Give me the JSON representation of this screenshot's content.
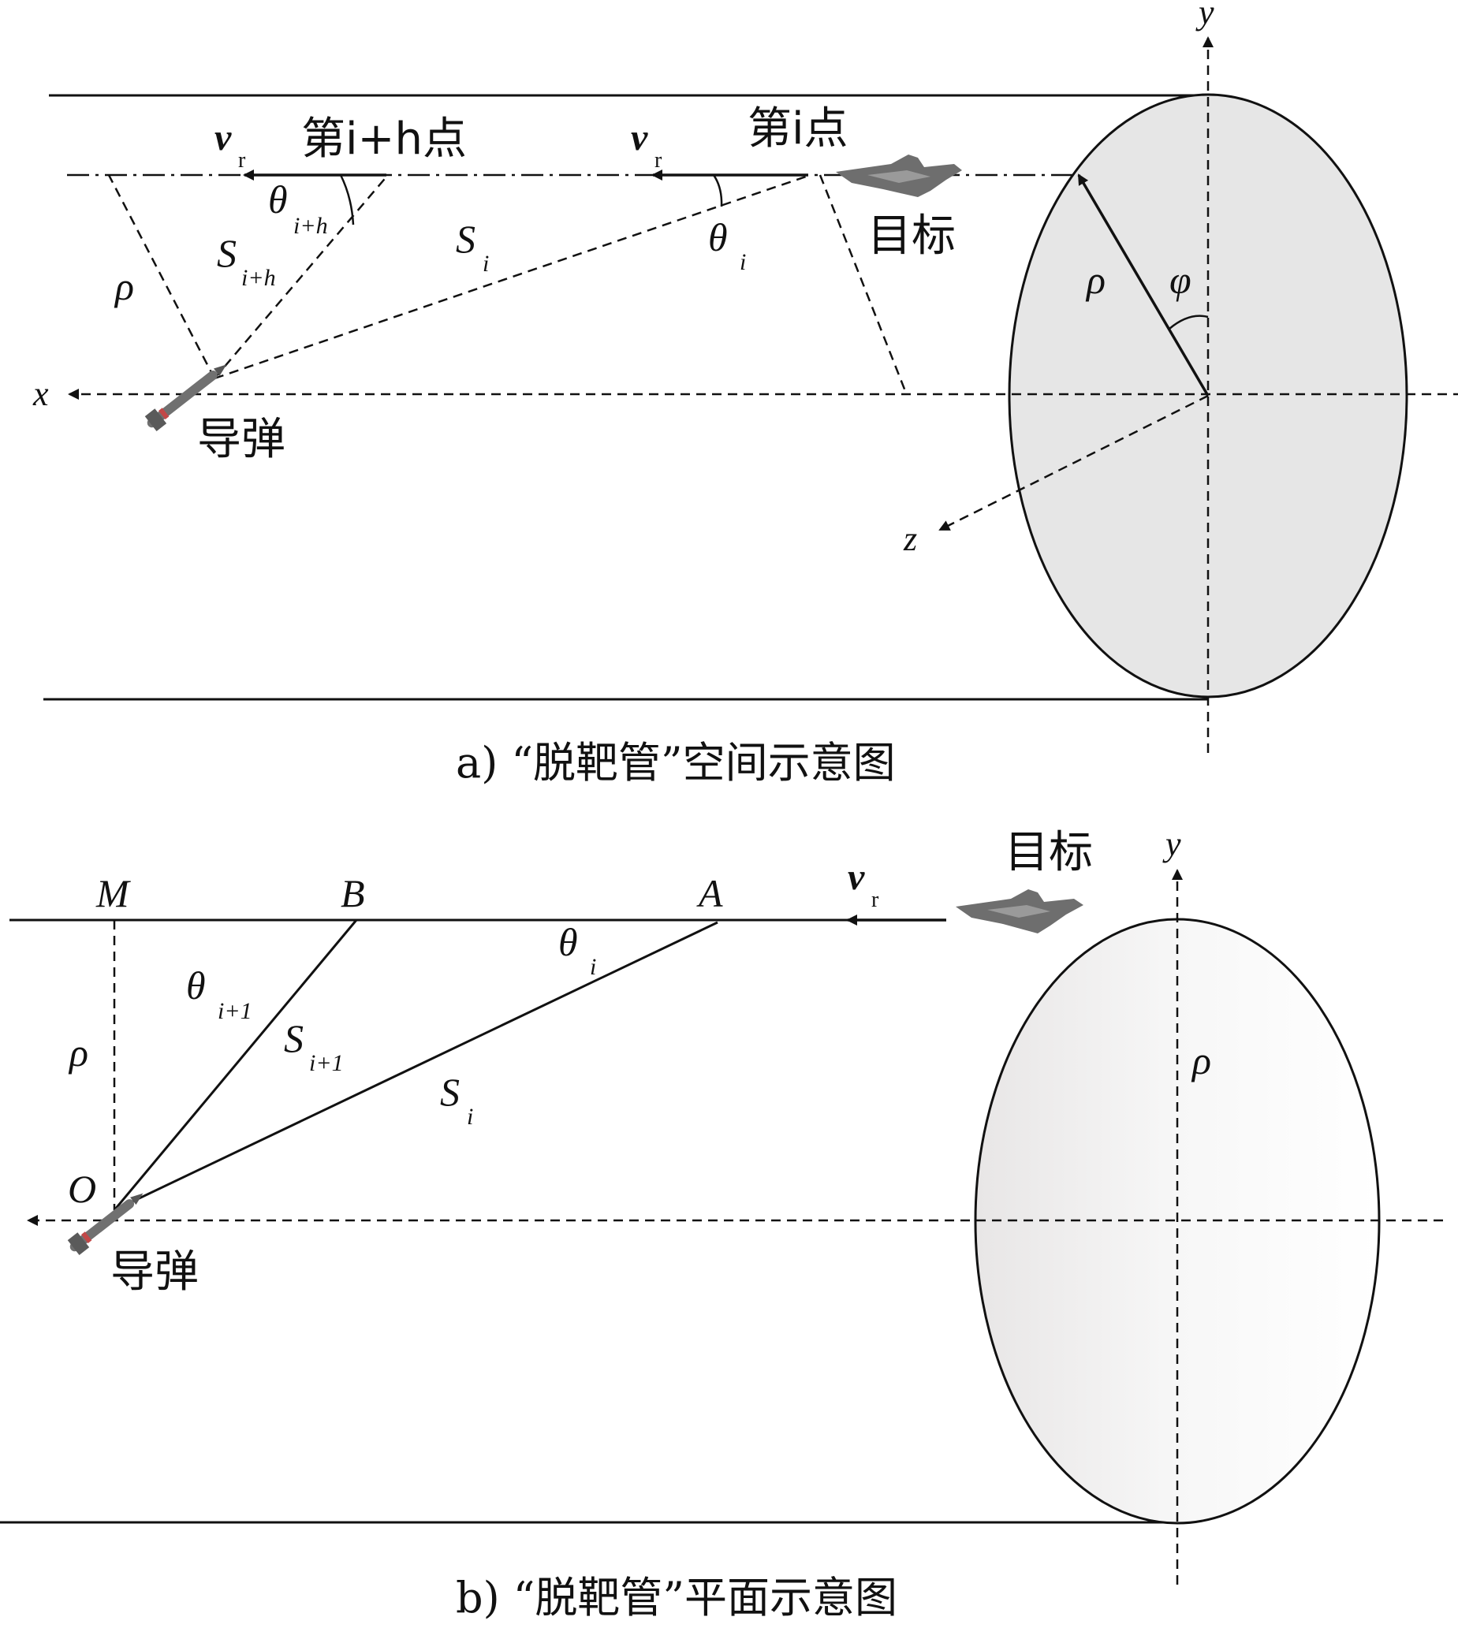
{
  "panel_a": {
    "caption": "a) “脱靶管”空间示意图",
    "labels": {
      "axis_y": "y",
      "axis_x": "x",
      "axis_z": "z",
      "vr_bold": "v",
      "vr_sub": "r",
      "point_ih": "第i+h点",
      "point_i": "第i点",
      "target": "目标",
      "missile": "导弹",
      "theta": "θ",
      "sub_ih": "i+h",
      "sub_i": "i",
      "S": "S",
      "rho": "ρ",
      "phi": "φ"
    }
  },
  "panel_b": {
    "caption": "b) “脱靶管”平面示意图",
    "labels": {
      "axis_y": "y",
      "vr_bold": "v",
      "vr_sub": "r",
      "M": "M",
      "B": "B",
      "A": "A",
      "O": "O",
      "target": "目标",
      "missile": "导弹",
      "theta": "θ",
      "sub_i1": "i+1",
      "sub_i": "i",
      "S": "S",
      "rho": "ρ"
    }
  },
  "colors": {
    "line": "#111111",
    "ellipse_fill": "#e6e6e6",
    "aircraft": "#6e6e6e"
  }
}
